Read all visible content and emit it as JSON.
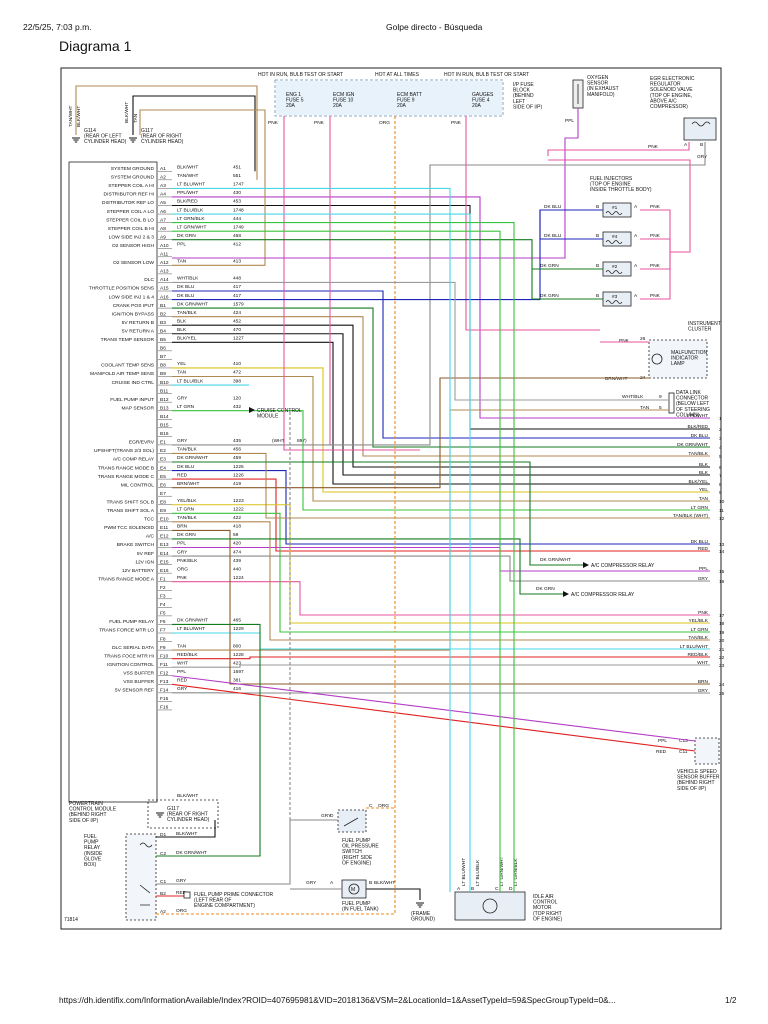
{
  "header": {
    "datetime": "22/5/25, 7:03 p.m.",
    "center": "Golpe directo - Búsqueda"
  },
  "title": "Diagrama 1",
  "footer": {
    "url": "https://dh.identifix.com/InformationAvailable/Index?ROID=407695981&VID=2018136&VSM=2&LocationId=1&AssetTypeId=59&SpecGroupTypeId=0&...",
    "page": "1/2"
  },
  "colors": {
    "LT BLU": "#46d7e6",
    "DK BLU": "#1c23b8",
    "PNK": "#e8569c",
    "PPL": "#b43cc8",
    "GRY": "#8a8a8a",
    "TAN": "#b08850",
    "BRN": "#8b5a2b",
    "DK GRN": "#137a1f",
    "LT GRN": "#38c43a",
    "BLK": "#111111",
    "WHT": "#9a9a9a",
    "RED": "#e02020",
    "YEL": "#d9c21a",
    "ORG": "#f08a1c"
  },
  "fuse_block": {
    "headers": [
      "HOT IN RUN, BULB TEST OR START",
      "HOT AT ALL TIMES",
      "HOT IN RUN, BULB TEST OR START"
    ],
    "fuses": [
      {
        "lines": [
          "ENG 1",
          "FUSE 5",
          "20A"
        ],
        "wire": "PNK"
      },
      {
        "lines": [
          "ECM IGN",
          "FUSE 10",
          "20A"
        ],
        "wire": "PNK"
      },
      {
        "lines": [
          "ECM BATT",
          "FUSE 9",
          "20A"
        ],
        "wire": "ORG"
      },
      {
        "lines": [
          "GAUGES",
          "FUSE 4",
          "20A"
        ],
        "wire": "PNK"
      }
    ],
    "label": [
      "I/P FUSE",
      "BLOCK",
      "(BEHIND",
      "LEFT",
      "SIDE OF I/P)"
    ]
  },
  "grounds": {
    "g114_wires": [
      "TAN/WHT",
      "BLK/WHT"
    ],
    "g114": [
      "G114",
      "(REAR OF LEFT",
      "CYLINDER HEAD)"
    ],
    "g117_wires": [
      "BLK/WHT",
      "TAN"
    ],
    "g117": [
      "G117",
      "(REAR OF RIGHT",
      "CYLINDER HEAD)"
    ]
  },
  "o2_sensor": {
    "label": [
      "OXYGEN",
      "SENSOR",
      "(IN EXHAUST",
      "MANIFOLD)"
    ],
    "wire": "PPL"
  },
  "egr_valve": {
    "label": [
      "EGR ELECTRONIC",
      "REGULATOR",
      "SOLENOID VALVE",
      "(TOP OF ENGINE,",
      "ABOVE A/C",
      "COMPRESSOR)"
    ],
    "wire1": "PNK",
    "wire2": "GRY",
    "pinA": "A",
    "pinB": "B"
  },
  "injectors": {
    "label": [
      "FUEL INJECTORS",
      "(TOP OF ENGINE",
      "INSIDE THROTTLE BODY)"
    ],
    "items": [
      {
        "id": "#1",
        "in_wire": "DK BLU",
        "out_wire": "PNK",
        "pin_in": "B",
        "pin_out": "A"
      },
      {
        "id": "#4",
        "in_wire": "DK BLU",
        "out_wire": "PNK",
        "pin_in": "B",
        "pin_out": "A"
      },
      {
        "id": "#2",
        "in_wire": "DK GRN",
        "out_wire": "PNK",
        "pin_in": "B",
        "pin_out": "A"
      },
      {
        "id": "#3",
        "in_wire": "DK GRN",
        "out_wire": "PNK",
        "pin_in": "B",
        "pin_out": "A"
      }
    ]
  },
  "instrument_cluster": {
    "label": [
      "INSTRUMENT",
      "CLUSTER"
    ],
    "lamp": [
      "MALFUNCTION",
      "INDICATOR",
      "LAMP"
    ],
    "pin_top": "26",
    "wire_top": "PNK",
    "pin_bottom": "24",
    "wire_bottom": "BRN/WHT"
  },
  "dlc": {
    "label": [
      "DATA LINK",
      "CONNECTOR",
      "(BELOW LEFT",
      "OF STEERING",
      "COLUMN)"
    ],
    "pins": [
      {
        "num": "9",
        "wire": "WHT/BLK"
      },
      {
        "num": "5",
        "wire": "TAN"
      }
    ]
  },
  "cruise_module": "CRUISE CONTROL MODULE",
  "ac_relay": "A/C COMPRESSOR RELAY",
  "pcm": {
    "label": [
      "POWERTRAIN",
      "CONTROL MODULE",
      "(BEHIND RIGHT",
      "SIDE OF I/P)"
    ],
    "diagram_id": "71814",
    "g117": [
      "G117",
      "(REAR OF RIGHT",
      "CYLINDER HEAD)"
    ],
    "g117_wire": "BLK/WHT",
    "pins": [
      {
        "pin": "A1",
        "func": "SYSTEM GROUND",
        "wire": "BLK/WHT",
        "circuit": "451"
      },
      {
        "pin": "A2",
        "func": "SYSTEM GROUND",
        "wire": "TAN/WHT",
        "circuit": "551"
      },
      {
        "pin": "A3",
        "func": "STEPPER COIL A HI",
        "wire": "LT BLU/WHT",
        "circuit": "1747"
      },
      {
        "pin": "A4",
        "func": "DISTRIBUTOR REF HI",
        "wire": "PPL/WHT",
        "circuit": "430"
      },
      {
        "pin": "A5",
        "func": "DISTRIBUTOR REF LO",
        "wire": "BLK/RED",
        "circuit": "453"
      },
      {
        "pin": "A6",
        "func": "STEPPER COIL A LO",
        "wire": "LT BLU/BLK",
        "circuit": "1748"
      },
      {
        "pin": "A7",
        "func": "STEPPER COIL B LO",
        "wire": "LT GRN/BLK",
        "circuit": "444"
      },
      {
        "pin": "A8",
        "func": "STEPPER COIL B HI",
        "wire": "LT GRN/WHT",
        "circuit": "1749"
      },
      {
        "pin": "A9",
        "func": "LOW SIDE INJ 2 & 3",
        "wire": "DK GRN",
        "circuit": "468"
      },
      {
        "pin": "A10",
        "func": "O2 SENSOR HIGH",
        "wire": "PPL",
        "circuit": "412"
      },
      {
        "pin": "A11",
        "func": "",
        "wire": "",
        "circuit": ""
      },
      {
        "pin": "A12",
        "func": "O2 SENSOR LOW",
        "wire": "TAN",
        "circuit": "413"
      },
      {
        "pin": "A13",
        "func": "",
        "wire": "",
        "circuit": ""
      },
      {
        "pin": "A14",
        "func": "DLC",
        "wire": "WHT/BLK",
        "circuit": "448"
      },
      {
        "pin": "A15",
        "func": "THROTTLE POSITION SENS",
        "wire": "DK BLU",
        "circuit": "417"
      },
      {
        "pin": "A16",
        "func": "LOW SIDE INJ 1 & 4",
        "wire": "DK BLU",
        "circuit": "417"
      },
      {
        "pin": "B1",
        "func": "CRANK POS IPUT",
        "wire": "DK GRN/WHT",
        "circuit": "1579"
      },
      {
        "pin": "B2",
        "func": "IGNITION BYPASS",
        "wire": "TAN/BLK",
        "circuit": "424"
      },
      {
        "pin": "B3",
        "func": "5V RETURN B",
        "wire": "BLK",
        "circuit": "452"
      },
      {
        "pin": "B4",
        "func": "5V RETURN A",
        "wire": "BLK",
        "circuit": "470"
      },
      {
        "pin": "B5",
        "func": "TRANS TEMP SENSOR",
        "wire": "BLK/YEL",
        "circuit": "1227"
      },
      {
        "pin": "B6",
        "func": "",
        "wire": "",
        "circuit": ""
      },
      {
        "pin": "B7",
        "func": "",
        "wire": "",
        "circuit": ""
      },
      {
        "pin": "B8",
        "func": "COOLANT TEMP SENS",
        "wire": "YEL",
        "circuit": "410"
      },
      {
        "pin": "B9",
        "func": "MANIFOLD AIR TEMP SENS",
        "wire": "TAN",
        "circuit": "472"
      },
      {
        "pin": "B10",
        "func": "CRUISE IND CTRL",
        "wire": "LT BLU/BLK",
        "circuit": "398"
      },
      {
        "pin": "B11",
        "func": "",
        "wire": "",
        "circuit": ""
      },
      {
        "pin": "B12",
        "func": "FUEL PUMP INPUT",
        "wire": "GRY",
        "circuit": "120"
      },
      {
        "pin": "B13",
        "func": "MAP SENSOR",
        "wire": "LT GRN",
        "circuit": "432"
      },
      {
        "pin": "B14",
        "func": "",
        "wire": "",
        "circuit": ""
      },
      {
        "pin": "B15",
        "func": "",
        "wire": "",
        "circuit": ""
      },
      {
        "pin": "B16",
        "func": "",
        "wire": "",
        "circuit": ""
      },
      {
        "pin": "E1",
        "func": "EGR/EVRV",
        "wire": "GRY",
        "circuit": "435"
      },
      {
        "pin": "E2",
        "func": "UPSHIFT(TRANS 2/3 SOL)",
        "wire": "TAN/BLK",
        "circuit": "456"
      },
      {
        "pin": "E3",
        "func": "A/C COMP RELAY",
        "wire": "DK GRN/WHT",
        "circuit": "459"
      },
      {
        "pin": "E4",
        "func": "TRANS RANGE MODE B",
        "wire": "DK BLU",
        "circuit": "1225"
      },
      {
        "pin": "E5",
        "func": "TRANS RANGE MODE C",
        "wire": "RED",
        "circuit": "1226"
      },
      {
        "pin": "E6",
        "func": "MIL CONTROL",
        "wire": "BRN/WHT",
        "circuit": "419"
      },
      {
        "pin": "E7",
        "func": "",
        "wire": "",
        "circuit": ""
      },
      {
        "pin": "E8",
        "func": "TRANS SHIFT SOL B",
        "wire": "YEL/BLK",
        "circuit": "1223"
      },
      {
        "pin": "E9",
        "func": "TRANS SHIFT SOL A",
        "wire": "LT GRN",
        "circuit": "1222"
      },
      {
        "pin": "E10",
        "func": "TCC",
        "wire": "TAN/BLK",
        "circuit": "422"
      },
      {
        "pin": "E11",
        "func": "PWM TCC SOLENOID",
        "wire": "BRN",
        "circuit": "418"
      },
      {
        "pin": "E12",
        "func": "A/C",
        "wire": "DK GRN",
        "circuit": "59"
      },
      {
        "pin": "E13",
        "func": "BRAKE SWITCH",
        "wire": "PPL",
        "circuit": "420"
      },
      {
        "pin": "E14",
        "func": "5V REF",
        "wire": "GRY",
        "circuit": "474"
      },
      {
        "pin": "E15",
        "func": "12V IGN",
        "wire": "PNK/BLK",
        "circuit": "439"
      },
      {
        "pin": "E16",
        "func": "12V BATTERY",
        "wire": "ORG",
        "circuit": "440"
      },
      {
        "pin": "F1",
        "func": "TRANS RANGE MODE A",
        "wire": "PNK",
        "circuit": "1224"
      },
      {
        "pin": "F2",
        "func": "",
        "wire": "",
        "circuit": ""
      },
      {
        "pin": "F3",
        "func": "",
        "wire": "",
        "circuit": ""
      },
      {
        "pin": "F4",
        "func": "",
        "wire": "",
        "circuit": ""
      },
      {
        "pin": "F5",
        "func": "",
        "wire": "",
        "circuit": ""
      },
      {
        "pin": "F6",
        "func": "FUEL PUMP RELAY",
        "wire": "DK GRN/WHT",
        "circuit": "465"
      },
      {
        "pin": "F7",
        "func": "TRANS FORCE MTR LO",
        "wire": "LT BLU/WHT",
        "circuit": "1229"
      },
      {
        "pin": "F8",
        "func": "",
        "wire": "",
        "circuit": ""
      },
      {
        "pin": "F9",
        "func": "DLC SERIAL DATA",
        "wire": "TAN",
        "circuit": "800"
      },
      {
        "pin": "F10",
        "func": "TRANS FOCE MTR HI",
        "wire": "RED/BLK",
        "circuit": "1228"
      },
      {
        "pin": "F11",
        "func": "IGNITION CONTROL",
        "wire": "WHT",
        "circuit": "423"
      },
      {
        "pin": "F12",
        "func": "VSS BUFFER",
        "wire": "PPL",
        "circuit": "1697"
      },
      {
        "pin": "F13",
        "func": "VSS BUFFER",
        "wire": "RED",
        "circuit": "381"
      },
      {
        "pin": "F14",
        "func": "5V SENSOR REF",
        "wire": "GRY",
        "circuit": "416"
      },
      {
        "pin": "F15",
        "func": "",
        "wire": "",
        "circuit": ""
      },
      {
        "pin": "F16",
        "func": "",
        "wire": "",
        "circuit": ""
      }
    ],
    "e2_splice": {
      "wire": "WHT",
      "circuit": "897"
    }
  },
  "right_terminals": [
    {
      "num": "1",
      "wire": "PPL/WHT"
    },
    {
      "num": "2",
      "wire": "BLK/RED"
    },
    {
      "num": "3",
      "wire": "DK BLU"
    },
    {
      "num": "4",
      "wire": "DK GRN/WHT"
    },
    {
      "num": "5",
      "wire": "TAN/BLK"
    },
    {
      "num": "6",
      "wire": "BLK"
    },
    {
      "num": "7",
      "wire": "BLK"
    },
    {
      "num": "8",
      "wire": "BLK/YEL"
    },
    {
      "num": "9",
      "wire": "YEL"
    },
    {
      "num": "10",
      "wire": "TAN"
    },
    {
      "num": "11",
      "wire": "LT GRN"
    },
    {
      "num": "12",
      "wire": "TAN/BLK (WHT)"
    },
    {
      "num": "13",
      "wire": "DK BLU"
    },
    {
      "num": "14",
      "wire": "RED"
    },
    {
      "num": "15",
      "wire": "PPL"
    },
    {
      "num": "16",
      "wire": "GRY"
    },
    {
      "num": "17",
      "wire": "PNK"
    },
    {
      "num": "18",
      "wire": "YEL/BLK"
    },
    {
      "num": "19",
      "wire": "LT GRN"
    },
    {
      "num": "20",
      "wire": "TAN/BLK"
    },
    {
      "num": "21",
      "wire": "LT BLU/WHT"
    },
    {
      "num": "22",
      "wire": "RED/BLK"
    },
    {
      "num": "23",
      "wire": "WHT"
    },
    {
      "num": "24",
      "wire": "BRN"
    },
    {
      "num": "25",
      "wire": "GRY"
    }
  ],
  "vss_buffer": {
    "label": [
      "VEHICLE SPEED",
      "SENSOR BUFFER",
      "(BEHIND RIGHT",
      "SIDE OF I/P)"
    ],
    "pins": [
      {
        "pin": "C13",
        "wire": "PPL"
      },
      {
        "pin": "C11",
        "wire": "RED"
      }
    ]
  },
  "fuel_pump_relay": {
    "label": [
      "FUEL",
      "PUMP",
      "RELAY",
      "(INSIDE",
      "GLOVE",
      "BOX)"
    ],
    "pins": [
      "D1",
      "C2",
      "C1",
      "B2",
      "A2"
    ],
    "wires": [
      "BLK/WHT",
      "DK GRN/WHT",
      "GRY",
      "RED",
      "ORG"
    ]
  },
  "prime_connector": [
    "FUEL PUMP PRIME CONNECTOR",
    "(LEFT REAR OF",
    "ENGINE COMPARTMENT)"
  ],
  "oil_pressure_switch": {
    "label": [
      "FUEL PUMP",
      "OIL PRESSURE",
      "SWITCH",
      "(RIGHT SIDE",
      "OF ENGINE)"
    ],
    "wire_in": "GRY",
    "wire_out": "ORG",
    "pin_in": "D",
    "pin_out": "C"
  },
  "fuel_pump": {
    "label": [
      "FUEL PUMP",
      "(IN FUEL TANK)"
    ],
    "wire_in": "GRY",
    "wire_out": "BLK/WHT",
    "pin_in": "A",
    "pin_out": "B"
  },
  "frame_ground": [
    "(FRAME",
    "GROUND)"
  ],
  "iac_motor": {
    "label": [
      "IDLE AIR",
      "CONTROL",
      "MOTOR",
      "(TOP RIGHT",
      "OF ENGINE)"
    ],
    "pins": [
      "A",
      "B",
      "C",
      "D"
    ],
    "wires": [
      "LT BLU/WHT",
      "LT BLU/BLK",
      "LT GRN/WHT",
      "LT GRN/BLK"
    ]
  }
}
